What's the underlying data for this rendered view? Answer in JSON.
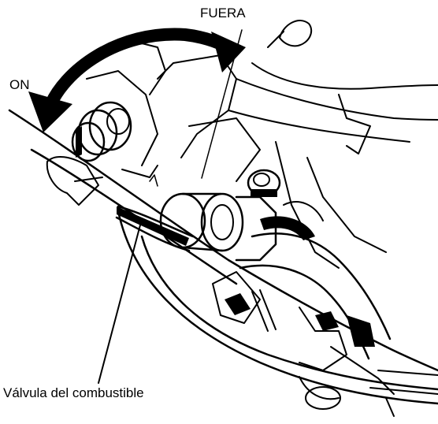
{
  "labels": {
    "off": "FUERA",
    "on": "ON",
    "part": "Válvula del combustible"
  }
}
